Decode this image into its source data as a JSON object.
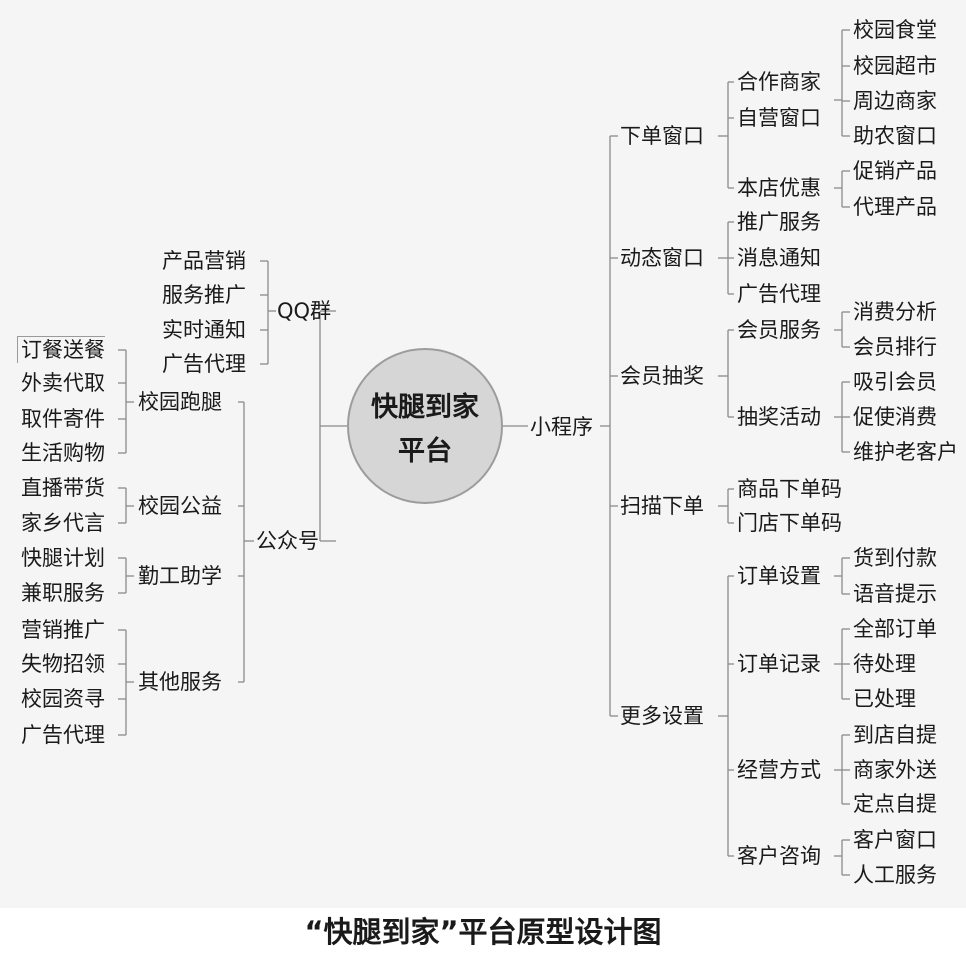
{
  "center": {
    "line1": "快腿到家",
    "line2": "平台"
  },
  "caption": "“快腿到家”平台原型设计图",
  "nodes": {
    "xiaochengxu": "小程序",
    "gongzhonghao": "公众号",
    "qqqun": "QQ群",
    "xiadan": "下单窗口",
    "dongtai": "动态窗口",
    "huiyuan": "会员抽奖",
    "saomiao": "扫描下单",
    "gengduo": "更多设置",
    "hezuo": "合作商家",
    "ziying": "自营窗口",
    "bendian": "本店优惠",
    "xiaoyuan_shitang": "校园食堂",
    "xiaoyuan_chaoshi": "校园超市",
    "zhoubian": "周边商家",
    "zhunong": "助农窗口",
    "cuxiao": "促销产品",
    "daili_chanpin": "代理产品",
    "tuiguang": "推广服务",
    "xiaoxi": "消息通知",
    "guanggao_r": "广告代理",
    "huiyuan_fuwu": "会员服务",
    "choujiang": "抽奖活动",
    "xiaofei_fenxi": "消费分析",
    "huiyuan_paihang": "会员排行",
    "xiyin": "吸引会员",
    "cushi": "促使消费",
    "weihu": "维护老客户",
    "shangpin": "商品下单码",
    "mendian": "门店下单码",
    "dingdan_shezhi": "订单设置",
    "dingdan_jilu": "订单记录",
    "jingying": "经营方式",
    "kehu_zixun": "客户咨询",
    "huodao": "货到付款",
    "yuyin": "语音提示",
    "quanbu": "全部订单",
    "daichuli": "待处理",
    "yichuli": "已处理",
    "daodian": "到店自提",
    "shangjia": "商家外送",
    "dingdian": "定点自提",
    "kehu_chuangkou": "客户窗口",
    "rengong": "人工服务",
    "chanpin_yingxiao": "产品营销",
    "fuwu_tuiguang": "服务推广",
    "shishi": "实时通知",
    "guanggao_q": "广告代理",
    "paotui": "校园跑腿",
    "gongyi": "校园公益",
    "qingong": "勤工助学",
    "qita": "其他服务",
    "dingcan": "订餐送餐",
    "waimai": "外卖代取",
    "qujian": "取件寄件",
    "shenghuo": "生活购物",
    "zhibo": "直播带货",
    "jiaxiang": "家乡代言",
    "jihua": "快腿计划",
    "jianzhi": "兼职服务",
    "yingxiao": "营销推广",
    "shiwu": "失物招领",
    "ziyuan": "校园资寻",
    "guanggao_l": "广告代理"
  }
}
